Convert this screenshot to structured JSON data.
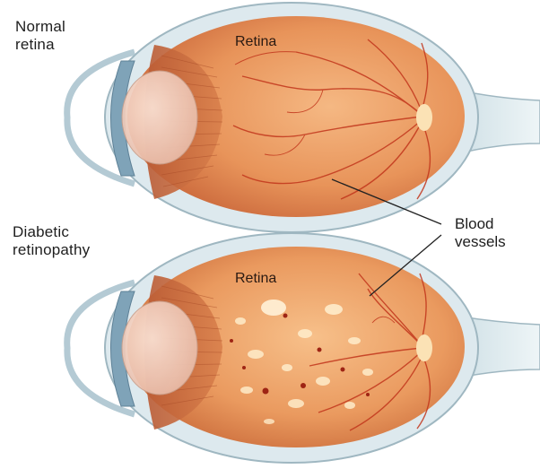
{
  "diagram": {
    "panels": [
      {
        "side_label_line1": "Normal",
        "side_label_line2": "retina",
        "region_label": "Retina"
      },
      {
        "side_label_line1": "Diabetic",
        "side_label_line2": "retinopathy",
        "region_label": "Retina"
      }
    ],
    "callout": {
      "line1": "Blood",
      "line2": "vessels"
    }
  }
}
